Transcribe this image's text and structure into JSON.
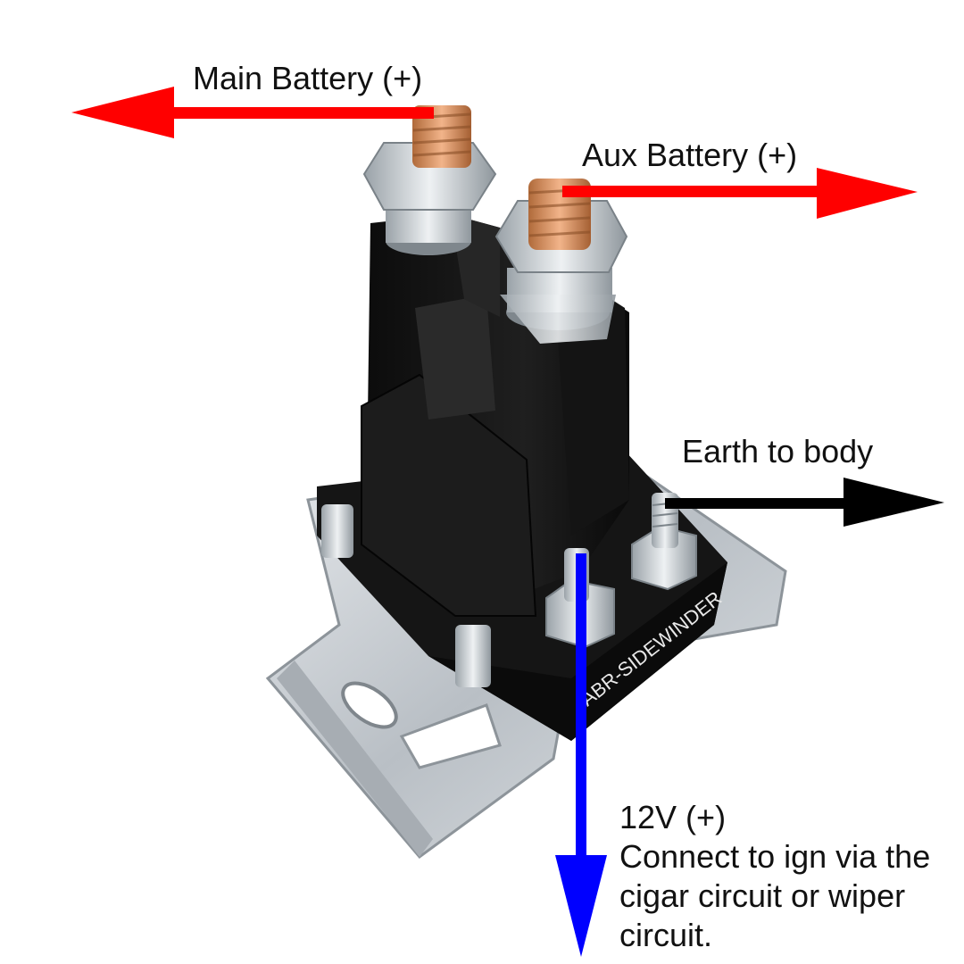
{
  "labels": {
    "main_battery": "Main Battery (+)",
    "aux_battery": "Aux Battery (+)",
    "earth": "Earth to body",
    "ignition": [
      "12V (+)",
      "Connect to ign via the",
      "cigar circuit or wiper",
      "circuit."
    ]
  },
  "device_marking": "ABR-SIDEWINDER",
  "colors": {
    "main_arrow": "#ff0000",
    "aux_arrow": "#ff0000",
    "earth_arrow": "#000000",
    "ignition_arrow": "#0000ff"
  }
}
